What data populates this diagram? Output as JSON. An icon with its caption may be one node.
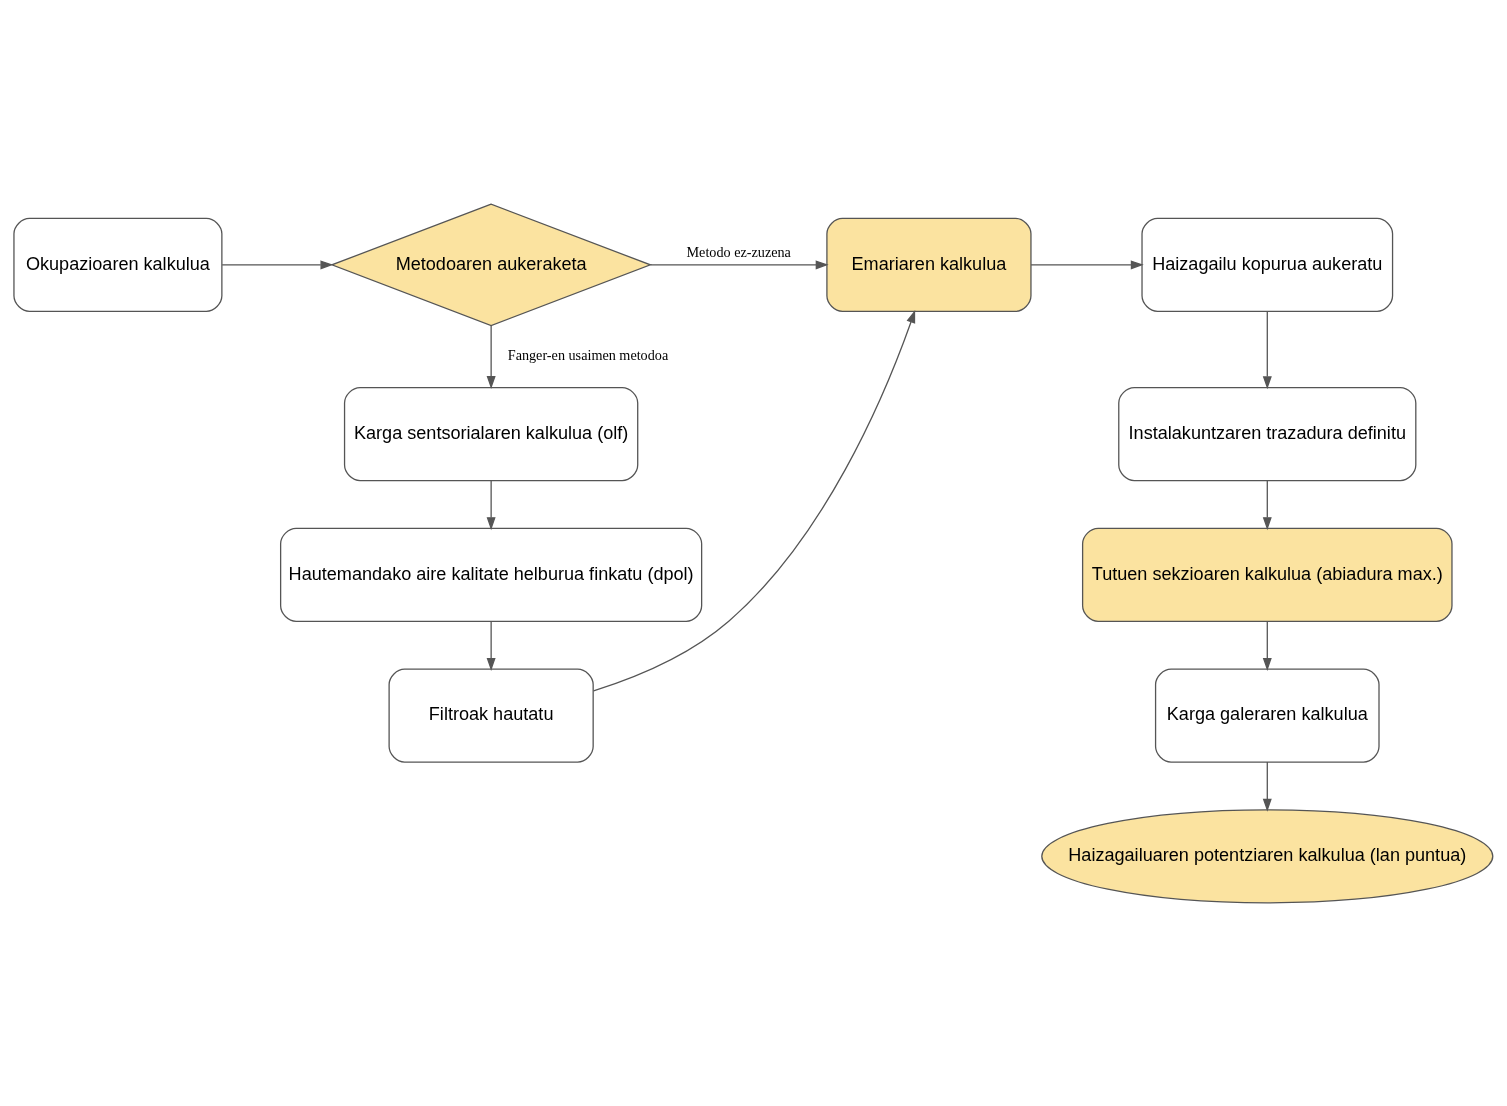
{
  "diagram": {
    "nodes": [
      {
        "text": [
          "Okupazioaren kalkulua"
        ]
      },
      {
        "text": [
          "Metodoaren aukeraketa"
        ]
      },
      {
        "text": [
          "Emariaren kalkulua"
        ]
      },
      {
        "text": [
          "Haizagailu kopurua aukeratu"
        ]
      },
      {
        "text": [
          "Instalakuntzaren trazadura definitu"
        ]
      },
      {
        "text": [
          "Tutuen sekzioaren kalkulua (abiadura max.)"
        ]
      },
      {
        "text": [
          "Karga galeraren kalkulua"
        ]
      },
      {
        "text": [
          "Haizagailuaren potentziaren kalkulua (lan puntua)"
        ]
      },
      {
        "text": [
          "Karga sentsorialaren kalkulua (olf)"
        ]
      },
      {
        "text": [
          "Hautemandako aire kalitate helburua finkatu (dpol)"
        ]
      },
      {
        "text": [
          "Filtroak hautatu"
        ]
      }
    ],
    "edges": [
      {
        "from": 0,
        "to": 1,
        "arrow": "to"
      },
      {
        "from": 1,
        "to": 2,
        "arrow": "to",
        "label": "Metodo ez-zuzena"
      },
      {
        "from": 2,
        "to": 3,
        "arrow": "to"
      },
      {
        "from": 3,
        "to": 4,
        "arrow": "to"
      },
      {
        "from": 4,
        "to": 5,
        "arrow": "to"
      },
      {
        "from": 5,
        "to": 6,
        "arrow": "to"
      },
      {
        "from": 6,
        "to": 7,
        "arrow": "to"
      },
      {
        "from": 1,
        "to": 8,
        "arrow": "to",
        "label": "Fanger-en usaimen metodoa"
      },
      {
        "from": 8,
        "to": 9,
        "arrow": "to"
      },
      {
        "from": 9,
        "to": 10,
        "arrow": "to"
      },
      {
        "from": 10,
        "to": 2,
        "arrow": "to"
      }
    ]
  }
}
